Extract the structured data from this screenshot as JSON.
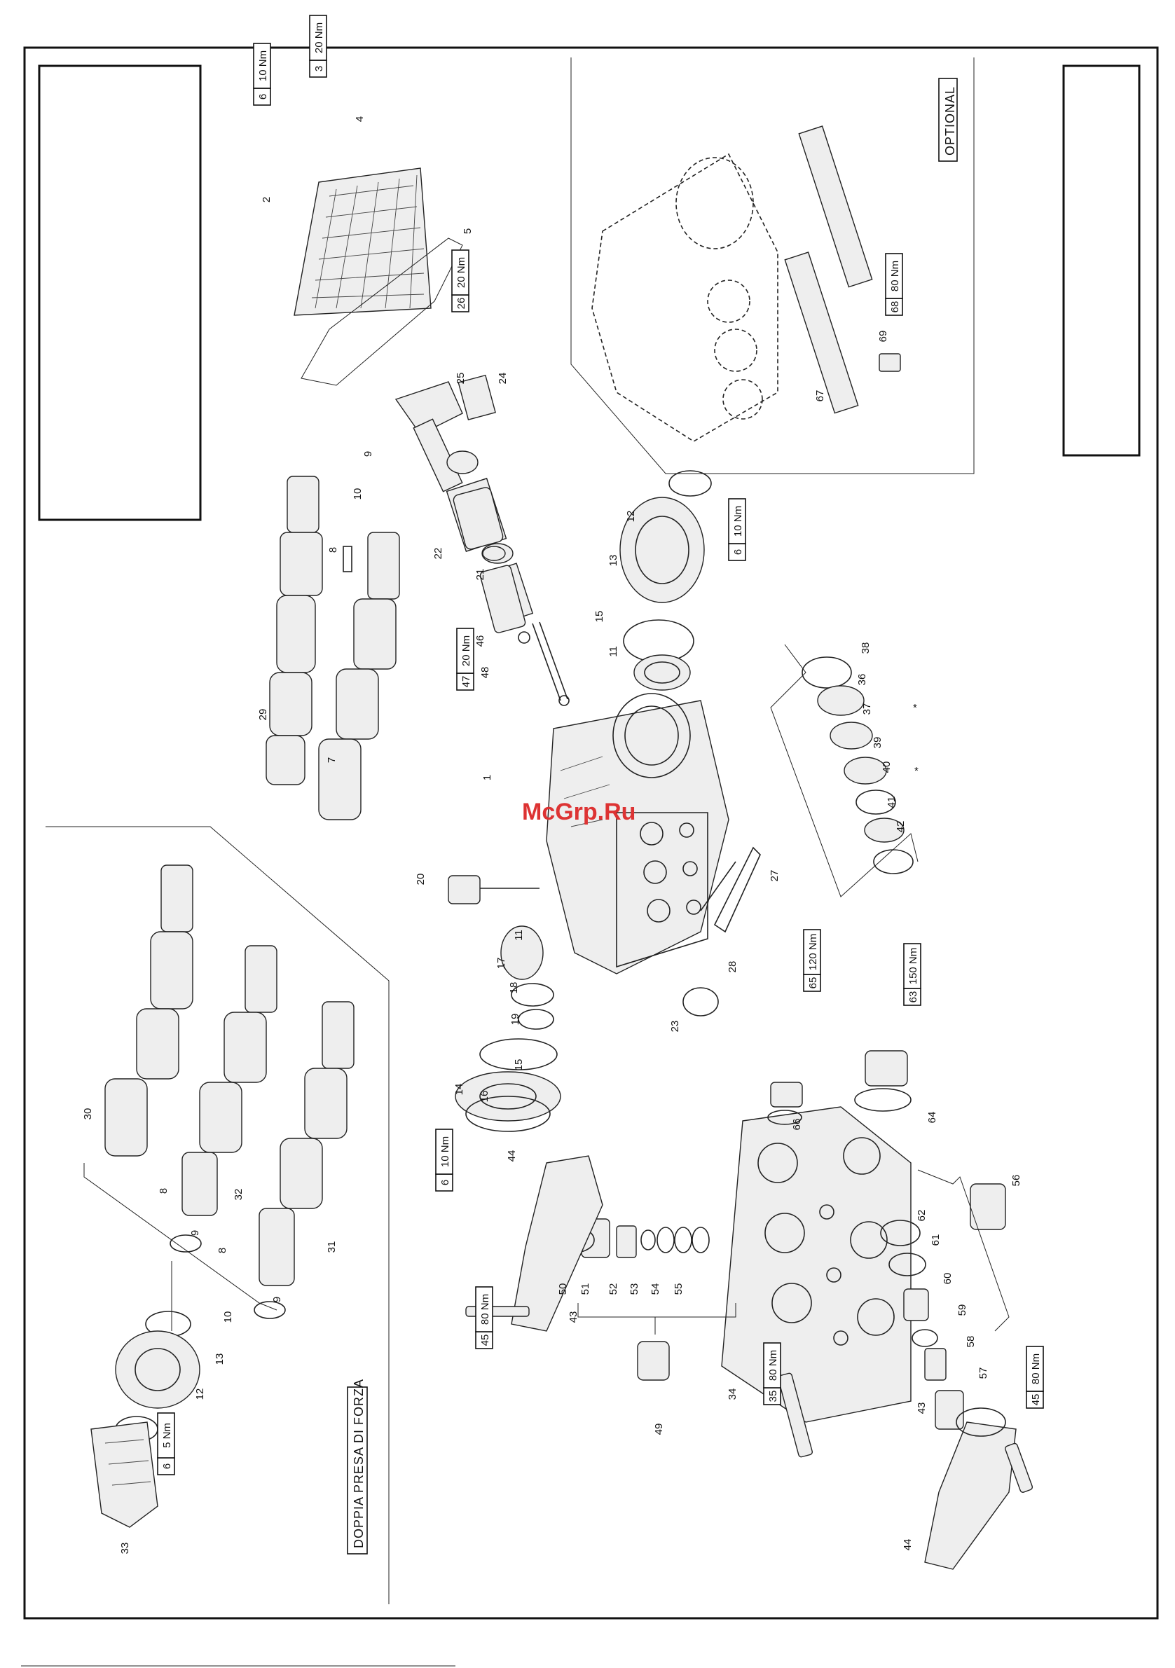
{
  "watermark": "McGrp.Ru",
  "labels": {
    "optional": "OPTIONAL",
    "double_pto": "DOPPIA PRESA DI FORZA"
  },
  "torques": [
    {
      "id": "t6a",
      "part": "6",
      "value": "10 Nm"
    },
    {
      "id": "t3",
      "part": "3",
      "value": "20 Nm"
    },
    {
      "id": "t26",
      "part": "26",
      "value": "20 Nm"
    },
    {
      "id": "t6b",
      "part": "6",
      "value": "10 Nm"
    },
    {
      "id": "t47",
      "part": "47",
      "value": "20 Nm"
    },
    {
      "id": "t68",
      "part": "68",
      "value": "80 Nm"
    },
    {
      "id": "t65",
      "part": "65",
      "value": "120 Nm"
    },
    {
      "id": "t63",
      "part": "63",
      "value": "150 Nm"
    },
    {
      "id": "t6c",
      "part": "6",
      "value": "10 Nm"
    },
    {
      "id": "t45a",
      "part": "45",
      "value": "80 Nm"
    },
    {
      "id": "t35",
      "part": "35",
      "value": "80 Nm"
    },
    {
      "id": "t45b",
      "part": "45",
      "value": "80 Nm"
    },
    {
      "id": "t6d",
      "part": "6",
      "value": "5 Nm"
    }
  ],
  "callouts": [
    "1",
    "2",
    "3",
    "4",
    "5",
    "6",
    "7",
    "8",
    "9",
    "10",
    "11",
    "12",
    "13",
    "14",
    "15",
    "16",
    "17",
    "18",
    "19",
    "20",
    "21",
    "22",
    "23",
    "24",
    "25",
    "26",
    "27",
    "28",
    "29",
    "30",
    "31",
    "32",
    "33",
    "34",
    "35",
    "36",
    "37",
    "38",
    "39",
    "40",
    "41",
    "42",
    "43",
    "44",
    "45",
    "46",
    "47",
    "48",
    "49",
    "50",
    "51",
    "52",
    "53",
    "54",
    "55",
    "56",
    "57",
    "58",
    "59",
    "60",
    "61",
    "62",
    "63",
    "64",
    "65",
    "66",
    "67",
    "68",
    "69"
  ],
  "asterisk": "*"
}
